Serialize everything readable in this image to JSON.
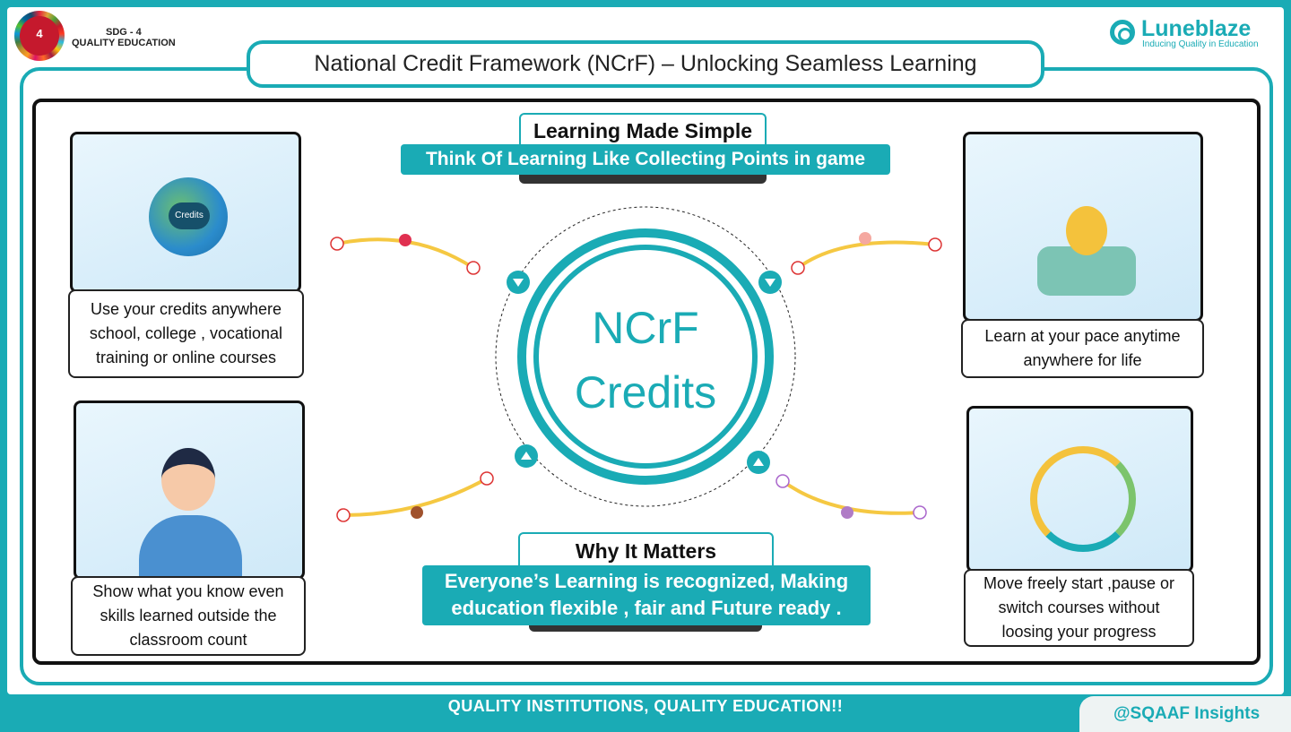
{
  "header": {
    "sdg_badge": "4",
    "sdg_line1": "SDG - 4",
    "sdg_line2": "QUALITY EDUCATION",
    "title": "National Credit Framework (NCrF) – Unlocking Seamless Learning",
    "brand_name": "Luneblaze",
    "brand_tagline": "Inducing Quality in Education"
  },
  "center": {
    "line1": "NCrF",
    "line2": "Credits"
  },
  "top_section": {
    "heading": "Learning Made Simple",
    "subtitle": "Think Of Learning Like Collecting Points in game"
  },
  "bottom_section": {
    "heading": "Why It Matters",
    "line1": "Everyone’s Learning is recognized, Making",
    "line2": "education flexible , fair and Future ready ."
  },
  "cards": [
    {
      "text": "Use your credits anywhere school, college , vocational training or online courses",
      "image_label": "Credits"
    },
    {
      "text": "Show what you know even skills learned outside the classroom count"
    },
    {
      "text": "Learn at your pace anytime anywhere for life"
    },
    {
      "text": "Move freely start ,pause or switch courses without loosing your progress"
    }
  ],
  "footer": {
    "slogan": "QUALITY INSTITUTIONS, QUALITY EDUCATION!!",
    "handle": "@SQAAF Insights"
  },
  "colors": {
    "accent": "#1aabb5",
    "dark": "#111111"
  }
}
